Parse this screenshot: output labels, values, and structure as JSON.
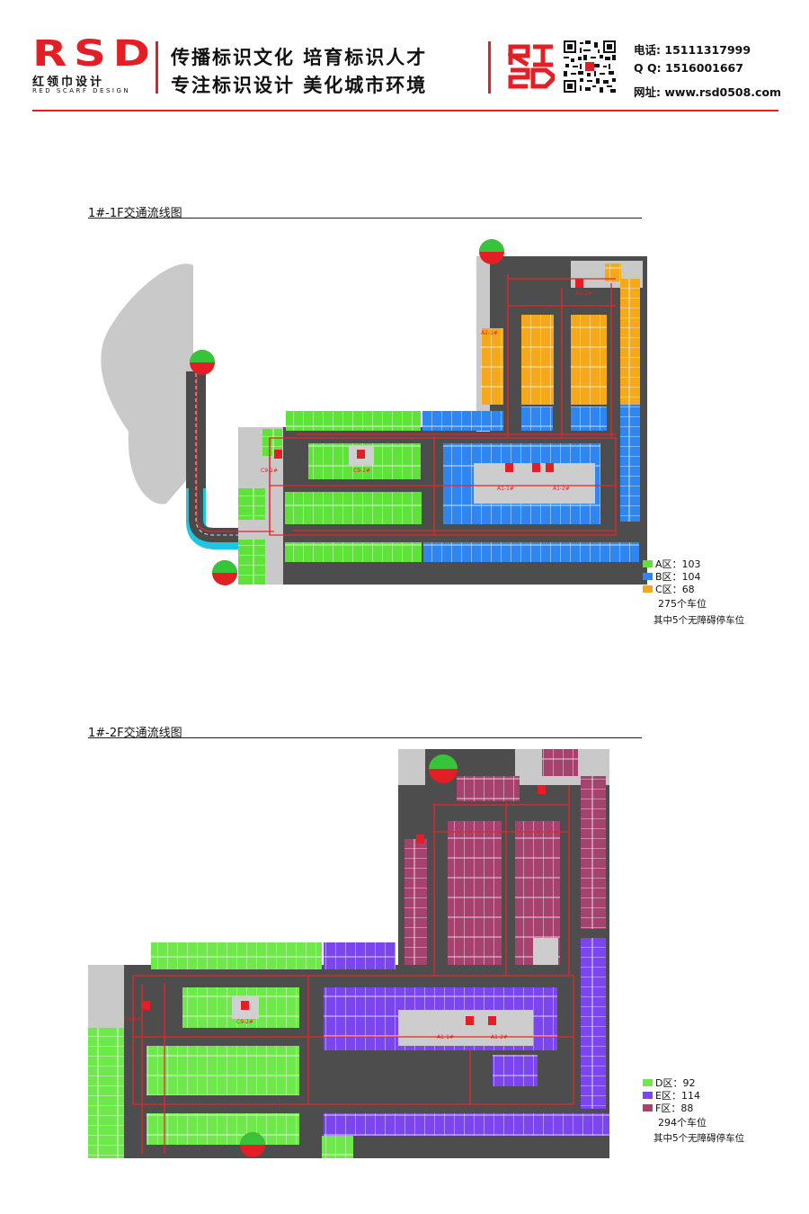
{
  "header": {
    "logo_text": "RSD",
    "logo_cn": "红领巾设计",
    "logo_en": "RED SCARF DESIGN",
    "slogan_line1": "传播标识文化 培育标识人才",
    "slogan_line2": "专注标识设计 美化城市环境",
    "phone_label": "电话",
    "phone": "15111317999",
    "qq_label": "Q Q",
    "qq": "1516001667",
    "web_label": "网址",
    "web": "www.rsd0508.com",
    "brand_color": "#e31e24"
  },
  "floor1": {
    "title": "1#-1F交通流线图",
    "legend": [
      {
        "zone": "A区",
        "count": "103",
        "color": "#5fe33b"
      },
      {
        "zone": "B区",
        "count": "104",
        "color": "#2f86f0"
      },
      {
        "zone": "C区",
        "count": "68",
        "color": "#f5a91a"
      }
    ],
    "total": "275个车位",
    "note": "其中5个无障碍停车位",
    "labels": {
      "a1": "A1-1#",
      "a2": "A1-2#",
      "a3": "A2-1#",
      "a4": "A2-2#",
      "c1": "C9-1#",
      "c2": "C9-2#"
    }
  },
  "floor2": {
    "title": "1#-2F交通流线图",
    "legend": [
      {
        "zone": "D区",
        "count": "92",
        "color": "#6ee84a"
      },
      {
        "zone": "E区",
        "count": "114",
        "color": "#7b46ee"
      },
      {
        "zone": "F区",
        "count": "88",
        "color": "#a5426e"
      }
    ],
    "total": "294个车位",
    "note": "其中5个无障碍停车位",
    "labels": {
      "a1": "A1-1#",
      "a2": "A1-2#",
      "c1": "C9-1#",
      "c2": "C9-2#"
    }
  }
}
